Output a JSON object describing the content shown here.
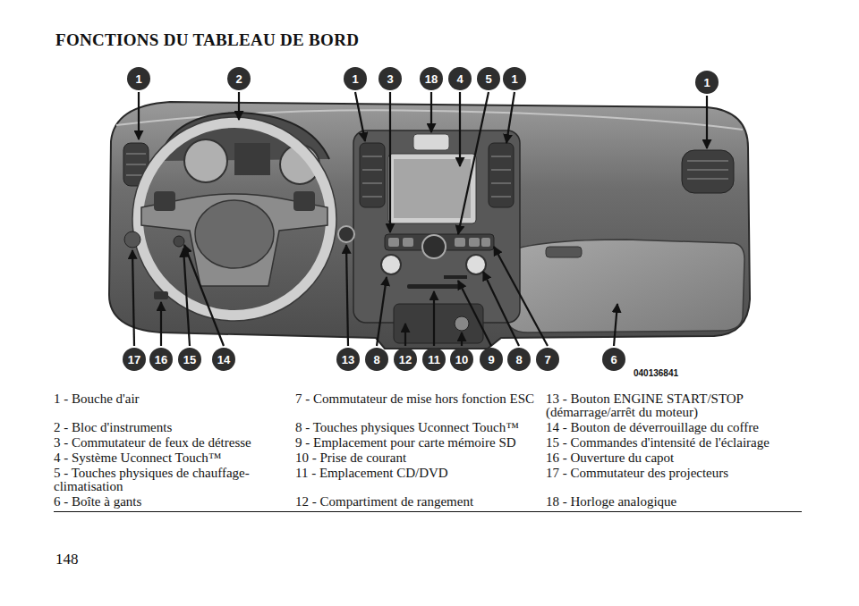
{
  "diagram": {
    "title": "FONCTIONS DU TABLEAU DE BORD",
    "nodes": [
      {
        "text": [
          "1"
        ]
      },
      {
        "text": [
          "2"
        ]
      },
      {
        "text": [
          "1"
        ]
      },
      {
        "text": [
          "3"
        ]
      },
      {
        "text": [
          "18"
        ]
      },
      {
        "text": [
          "4"
        ]
      },
      {
        "text": [
          "5"
        ]
      },
      {
        "text": [
          "1"
        ]
      },
      {
        "text": [
          "1"
        ]
      },
      {
        "text": [
          "17"
        ]
      },
      {
        "text": [
          "16"
        ]
      },
      {
        "text": [
          "15"
        ]
      },
      {
        "text": [
          "14"
        ]
      },
      {
        "text": [
          "13"
        ]
      },
      {
        "text": [
          "8"
        ]
      },
      {
        "text": [
          "12"
        ]
      },
      {
        "text": [
          "11"
        ]
      },
      {
        "text": [
          "10"
        ]
      },
      {
        "text": [
          "9"
        ]
      },
      {
        "text": [
          "8"
        ]
      },
      {
        "text": [
          "7"
        ]
      },
      {
        "text": [
          "6"
        ]
      }
    ],
    "labels": [
      "040136841",
      "1 - Bouche d'air",
      "2 - Bloc d'instruments",
      "3 - Commutateur de feux de détresse",
      "4 - Système Uconnect Touch™",
      "5 - Touches physiques de chauffage-climatisation",
      "6 - Boîte à gants",
      "7 - Commutateur de mise hors fonction ESC",
      "8 - Touches physiques Uconnect Touch™",
      "9 - Emplacement pour carte mémoire SD",
      "10 - Prise de courant",
      "11 - Emplacement CD/DVD",
      "12 - Compartiment de rangement",
      "13 - Bouton ENGINE START/STOP (démarrage/arrêt du moteur)",
      "14 - Bouton de déverrouillage du coffre",
      "15 - Commandes d'intensité de l'éclairage",
      "16 - Ouverture du capot",
      "17 - Commutateur des projecteurs",
      "18 - Horloge analogique",
      "148"
    ]
  }
}
